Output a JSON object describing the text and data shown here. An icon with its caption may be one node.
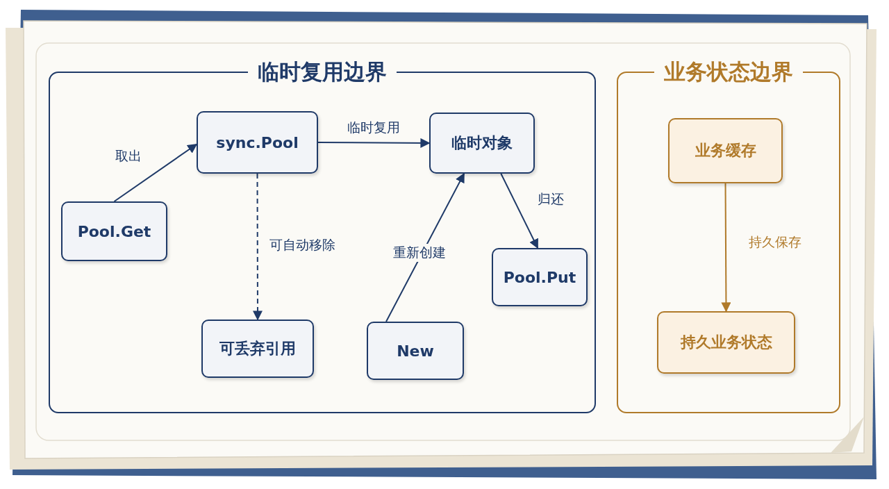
{
  "diagram": {
    "nodes": [
      {
        "text": [
          "临时复用边界"
        ]
      },
      {
        "text": [
          "sync.Pool"
        ],
        "in": 0
      },
      {
        "text": [
          "临时对象"
        ],
        "in": 0
      },
      {
        "text": [
          "Pool.Get"
        ],
        "in": 0
      },
      {
        "text": [
          "Pool.Put"
        ],
        "in": 0
      },
      {
        "text": [
          "可丢弃引用"
        ],
        "in": 0
      },
      {
        "text": [
          "New"
        ],
        "in": 0
      },
      {
        "text": [
          "业务状态边界"
        ]
      },
      {
        "text": [
          "业务缓存"
        ],
        "in": 7
      },
      {
        "text": [
          "持久业务状态"
        ],
        "in": 7
      }
    ],
    "edges": [
      {
        "from": 3,
        "to": 1,
        "arrow": "to",
        "label": "取出"
      },
      {
        "from": 1,
        "to": 2,
        "arrow": "to",
        "label": "临时复用"
      },
      {
        "from": 2,
        "to": 4,
        "arrow": "to",
        "label": "归还"
      },
      {
        "from": 1,
        "to": 5,
        "arrow": "to",
        "label": "可自动移除",
        "style": "dashed"
      },
      {
        "from": 6,
        "to": 2,
        "arrow": "to",
        "label": "重新创建"
      },
      {
        "from": 8,
        "to": 9,
        "arrow": "to",
        "label": "持久保存",
        "color": "#b07a2a"
      }
    ]
  }
}
